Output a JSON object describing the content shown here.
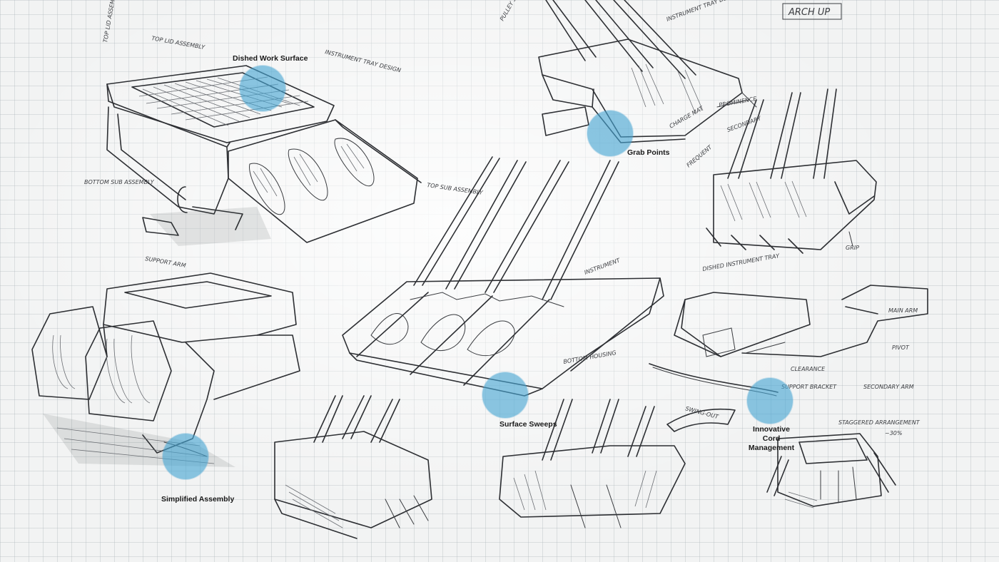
{
  "callouts": [
    {
      "label": "Dished Work Surface"
    },
    {
      "label": "Grab Points"
    },
    {
      "label": "Surface Sweeps"
    },
    {
      "label": "Innovative Cord Management"
    },
    {
      "label": "Simplified Assembly"
    }
  ],
  "annotations": {
    "header_box": "ARCH UP",
    "top_lid_assembly": "TOP LID ASSEMBLY",
    "instrument_tray": "INSTRUMENT TRAY DESIGN",
    "bottom_sub_assembly": "BOTTOM SUB ASSEMBLY",
    "support_arm": "SUPPORT ARM",
    "top_sub_assembly": "TOP SUB ASSEMBLY",
    "pulley_system": "PULLEY SYSTEM",
    "charge_mat": "CHARGE MAT",
    "frequent": "FREQUENT",
    "secondary": "SECONDARY",
    "prominence": "PROMINENCE",
    "grip": "GRIP",
    "instrument": "INSTRUMENT",
    "bottom_housing": "BOTTOM HOUSING",
    "dished_instrument_tray": "DISHED INSTRUMENT TRAY",
    "main_arm": "MAIN ARM",
    "pivot": "PIVOT",
    "clearance": "CLEARANCE",
    "support_bracket": "SUPPORT BRACKET",
    "secondary_arm": "SECONDARY ARM",
    "swing_out": "SWING-OUT",
    "staggered_arrangement": "STAGGERED ARRANGEMENT",
    "percent": "~30%"
  },
  "colors": {
    "hotspot": "#46a5d2",
    "ink": "#2d2f33",
    "paper": "#f2f3f3"
  }
}
